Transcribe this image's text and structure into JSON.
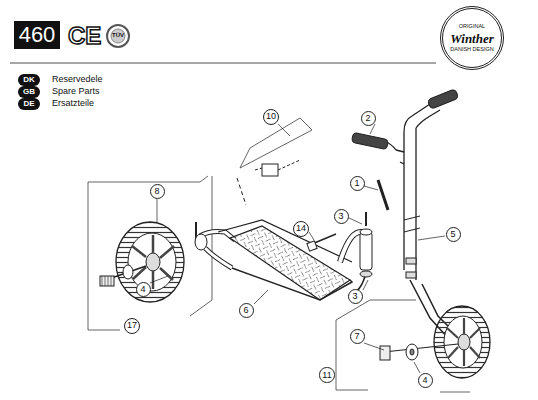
{
  "diagram": {
    "nodes": [
      {
        "text": [
          "460"
        ]
      },
      {
        "text": [
          "ORIGINAL",
          "Winther",
          "DANISH DESIGN"
        ]
      },
      {
        "text": [
          "DK"
        ]
      },
      {
        "text": [
          "GB"
        ]
      },
      {
        "text": [
          "DE"
        ]
      },
      {
        "text": [
          "10"
        ]
      },
      {
        "text": [
          "2"
        ]
      },
      {
        "text": [
          "1"
        ]
      },
      {
        "text": [
          "8"
        ]
      },
      {
        "text": [
          "3"
        ]
      },
      {
        "text": [
          "14"
        ]
      },
      {
        "text": [
          "5"
        ]
      },
      {
        "text": [
          "3"
        ]
      },
      {
        "text": [
          "4"
        ]
      },
      {
        "text": [
          "6"
        ]
      },
      {
        "text": [
          "17"
        ]
      },
      {
        "text": [
          "7"
        ]
      },
      {
        "text": [
          "11"
        ]
      },
      {
        "text": [
          "4"
        ]
      }
    ],
    "edges": [],
    "labels": [
      "CE",
      "TÜV",
      "Reservedele",
      "Spare Parts",
      "Ersatzteile"
    ]
  }
}
